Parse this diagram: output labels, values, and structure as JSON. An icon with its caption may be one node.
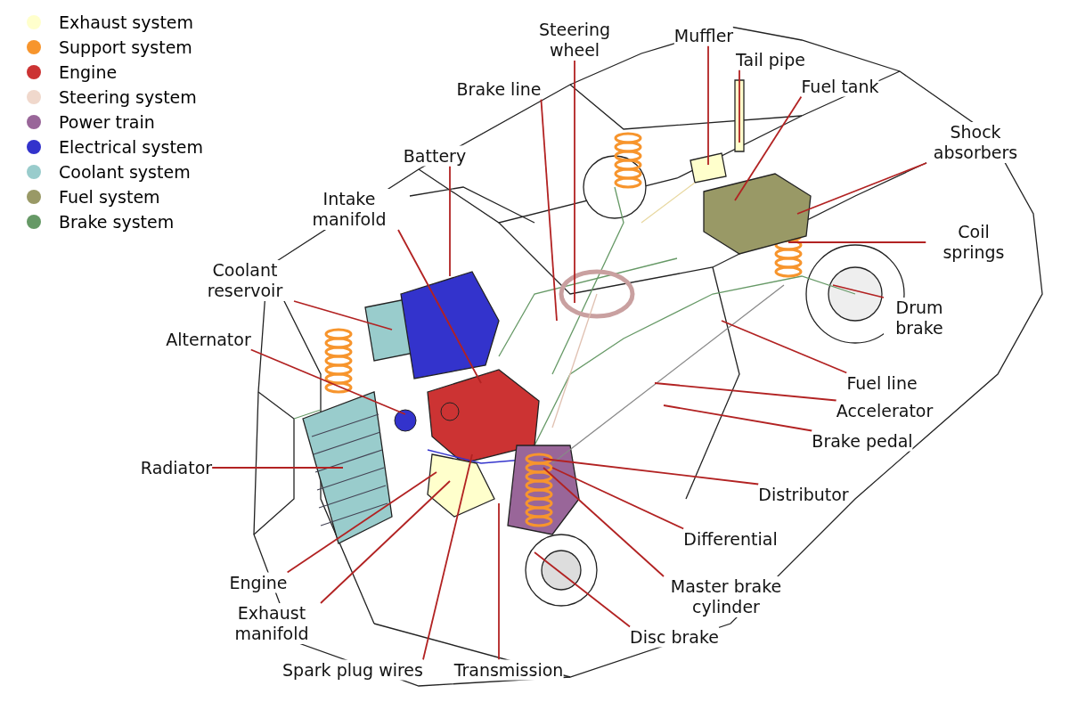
{
  "diagram": {
    "nodes": [
      {
        "text": [
          "Steering wheel"
        ]
      },
      {
        "text": [
          "Muffler"
        ]
      },
      {
        "text": [
          "Tail pipe"
        ]
      },
      {
        "text": [
          "Brake line"
        ]
      },
      {
        "text": [
          "Fuel tank"
        ]
      },
      {
        "text": [
          "Shock absorbers"
        ]
      },
      {
        "text": [
          "Battery"
        ]
      },
      {
        "text": [
          "Intake manifold"
        ]
      },
      {
        "text": [
          "Coil springs"
        ]
      },
      {
        "text": [
          "Coolant reservoir"
        ]
      },
      {
        "text": [
          "Drum brake"
        ]
      },
      {
        "text": [
          "Alternator"
        ]
      },
      {
        "text": [
          "Fuel line"
        ]
      },
      {
        "text": [
          "Accelerator"
        ]
      },
      {
        "text": [
          "Brake pedal"
        ]
      },
      {
        "text": [
          "Radiator"
        ]
      },
      {
        "text": [
          "Distributor"
        ]
      },
      {
        "text": [
          "Differential"
        ]
      },
      {
        "text": [
          "Master brake cylinder"
        ]
      },
      {
        "text": [
          "Engine"
        ]
      },
      {
        "text": [
          "Exhaust manifold"
        ]
      },
      {
        "text": [
          "Disc brake"
        ]
      },
      {
        "text": [
          "Spark plug wires"
        ]
      },
      {
        "text": [
          "Transmission"
        ]
      }
    ],
    "edges": [
      {
        "from": 0,
        "to": null,
        "arrow": "none"
      },
      {
        "from": 1,
        "to": null,
        "arrow": "none"
      },
      {
        "from": 2,
        "to": null,
        "arrow": "none"
      },
      {
        "from": 3,
        "to": null,
        "arrow": "none"
      },
      {
        "from": 4,
        "to": null,
        "arrow": "none"
      },
      {
        "from": 5,
        "to": null,
        "arrow": "none"
      },
      {
        "from": 6,
        "to": null,
        "arrow": "none"
      },
      {
        "from": 7,
        "to": null,
        "arrow": "none"
      },
      {
        "from": 8,
        "to": null,
        "arrow": "none"
      },
      {
        "from": 9,
        "to": null,
        "arrow": "none"
      },
      {
        "from": 10,
        "to": null,
        "arrow": "none"
      },
      {
        "from": 11,
        "to": null,
        "arrow": "none"
      },
      {
        "from": 12,
        "to": null,
        "arrow": "none"
      },
      {
        "from": 13,
        "to": null,
        "arrow": "none"
      },
      {
        "from": 14,
        "to": null,
        "arrow": "none"
      },
      {
        "from": 15,
        "to": null,
        "arrow": "none"
      },
      {
        "from": 16,
        "to": null,
        "arrow": "none"
      },
      {
        "from": 17,
        "to": null,
        "arrow": "none"
      },
      {
        "from": 18,
        "to": null,
        "arrow": "none"
      },
      {
        "from": 19,
        "to": null,
        "arrow": "none"
      },
      {
        "from": 20,
        "to": null,
        "arrow": "none"
      },
      {
        "from": 21,
        "to": null,
        "arrow": "none"
      },
      {
        "from": 22,
        "to": null,
        "arrow": "none"
      },
      {
        "from": 23,
        "to": null,
        "arrow": "none"
      }
    ],
    "legend": [
      {
        "text": "Exhaust system",
        "color": "#ffffcc"
      },
      {
        "text": "Support system",
        "color": "#f7952d"
      },
      {
        "text": "Engine",
        "color": "#cc3333"
      },
      {
        "text": "Steering system",
        "color": "#f0d8cc"
      },
      {
        "text": "Power train",
        "color": "#996699"
      },
      {
        "text": "Electrical system",
        "color": "#3333cc"
      },
      {
        "text": "Coolant system",
        "color": "#99cccc"
      },
      {
        "text": "Fuel system",
        "color": "#999966"
      },
      {
        "text": "Brake system",
        "color": "#669966"
      }
    ]
  }
}
